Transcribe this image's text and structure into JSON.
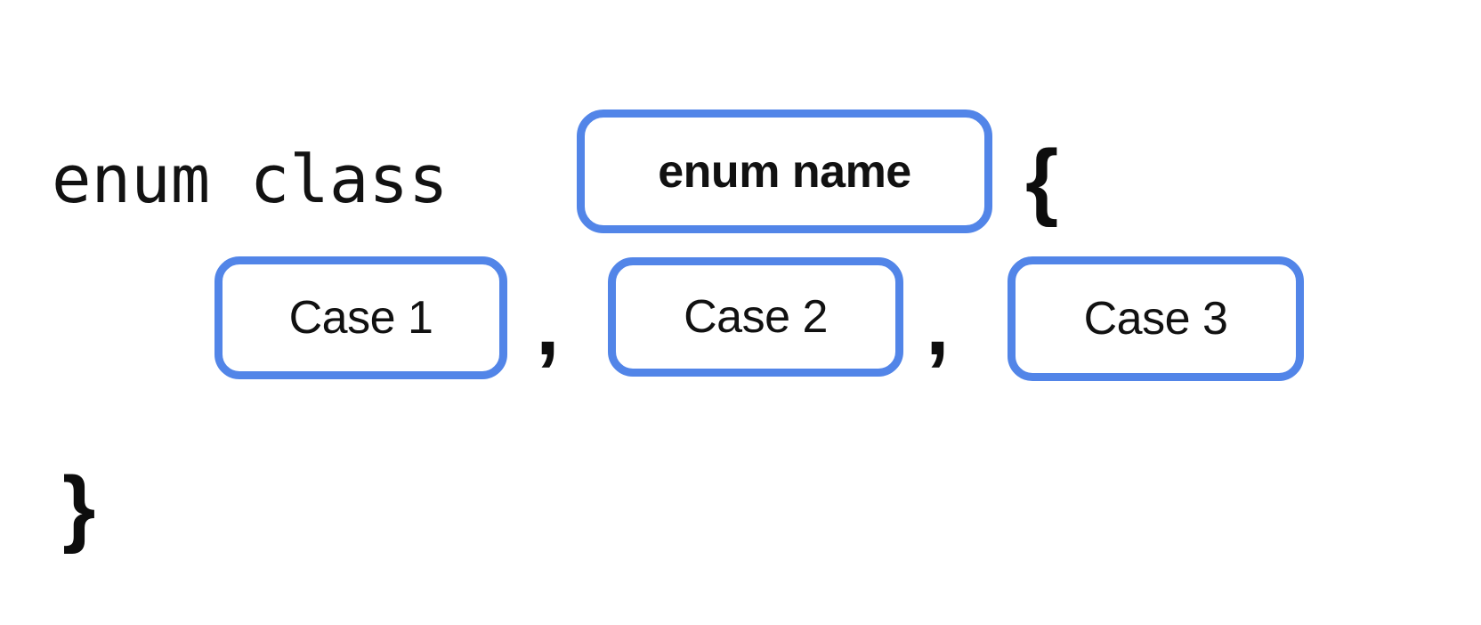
{
  "diagram": {
    "title": "enum class declaration syntax template",
    "background_color": "#ffffff",
    "accent_color": "#5285e8",
    "text_color": "#111111",
    "line1": {
      "keyword": "enum class",
      "open_brace": "{",
      "name_slot": {
        "label": "enum name",
        "placeholder": "enum name"
      }
    },
    "line2": {
      "cases": [
        {
          "label": "Case 1"
        },
        {
          "label": "Case 2"
        },
        {
          "label": "Case 3"
        }
      ],
      "separators": [
        ",",
        ","
      ]
    },
    "line3": {
      "close_brace": "}"
    }
  }
}
